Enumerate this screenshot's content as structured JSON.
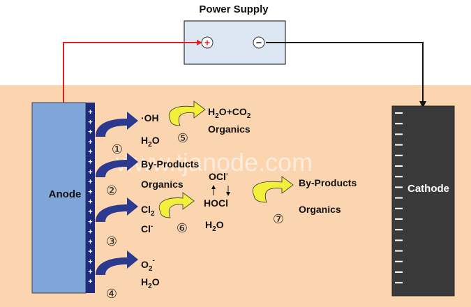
{
  "power_supply": {
    "title": "Power Supply",
    "plus": "+",
    "minus": "−"
  },
  "anode": {
    "label": "Anode",
    "plus_sign": "+"
  },
  "cathode": {
    "label": "Cathode"
  },
  "reactions": {
    "r1": {
      "num": "①",
      "top": "·OH",
      "bottom": "H2O"
    },
    "r2": {
      "num": "②",
      "top": "By-Products",
      "bottom": "Organics"
    },
    "r3": {
      "num": "③",
      "top": "Cl2",
      "bottom": "Cl-"
    },
    "r4": {
      "num": "④",
      "top": "O2-",
      "bottom": "H2O"
    },
    "r5": {
      "num": "⑤",
      "top": "H2O+CO2",
      "bottom": "Organics"
    },
    "r6": {
      "num": "⑥",
      "ocl": "OCl-",
      "hocl": "HOCl",
      "bottom": "H2O"
    },
    "r7": {
      "num": "⑦",
      "top": "By-Products",
      "bottom": "Organics"
    }
  },
  "watermark": "www.tjanode.com",
  "colors": {
    "electrolyte": "#fbd5b0",
    "anode": "#7fa5d9",
    "anode_strip": "#1e2a7a",
    "cathode": "#3a3a3a",
    "power_box": "#dde7f3",
    "wire_positive": "#e02020",
    "wire_negative": "#111111",
    "arrow_blue": "#2b3a8f",
    "arrow_yellow": "#f3ef3a"
  }
}
